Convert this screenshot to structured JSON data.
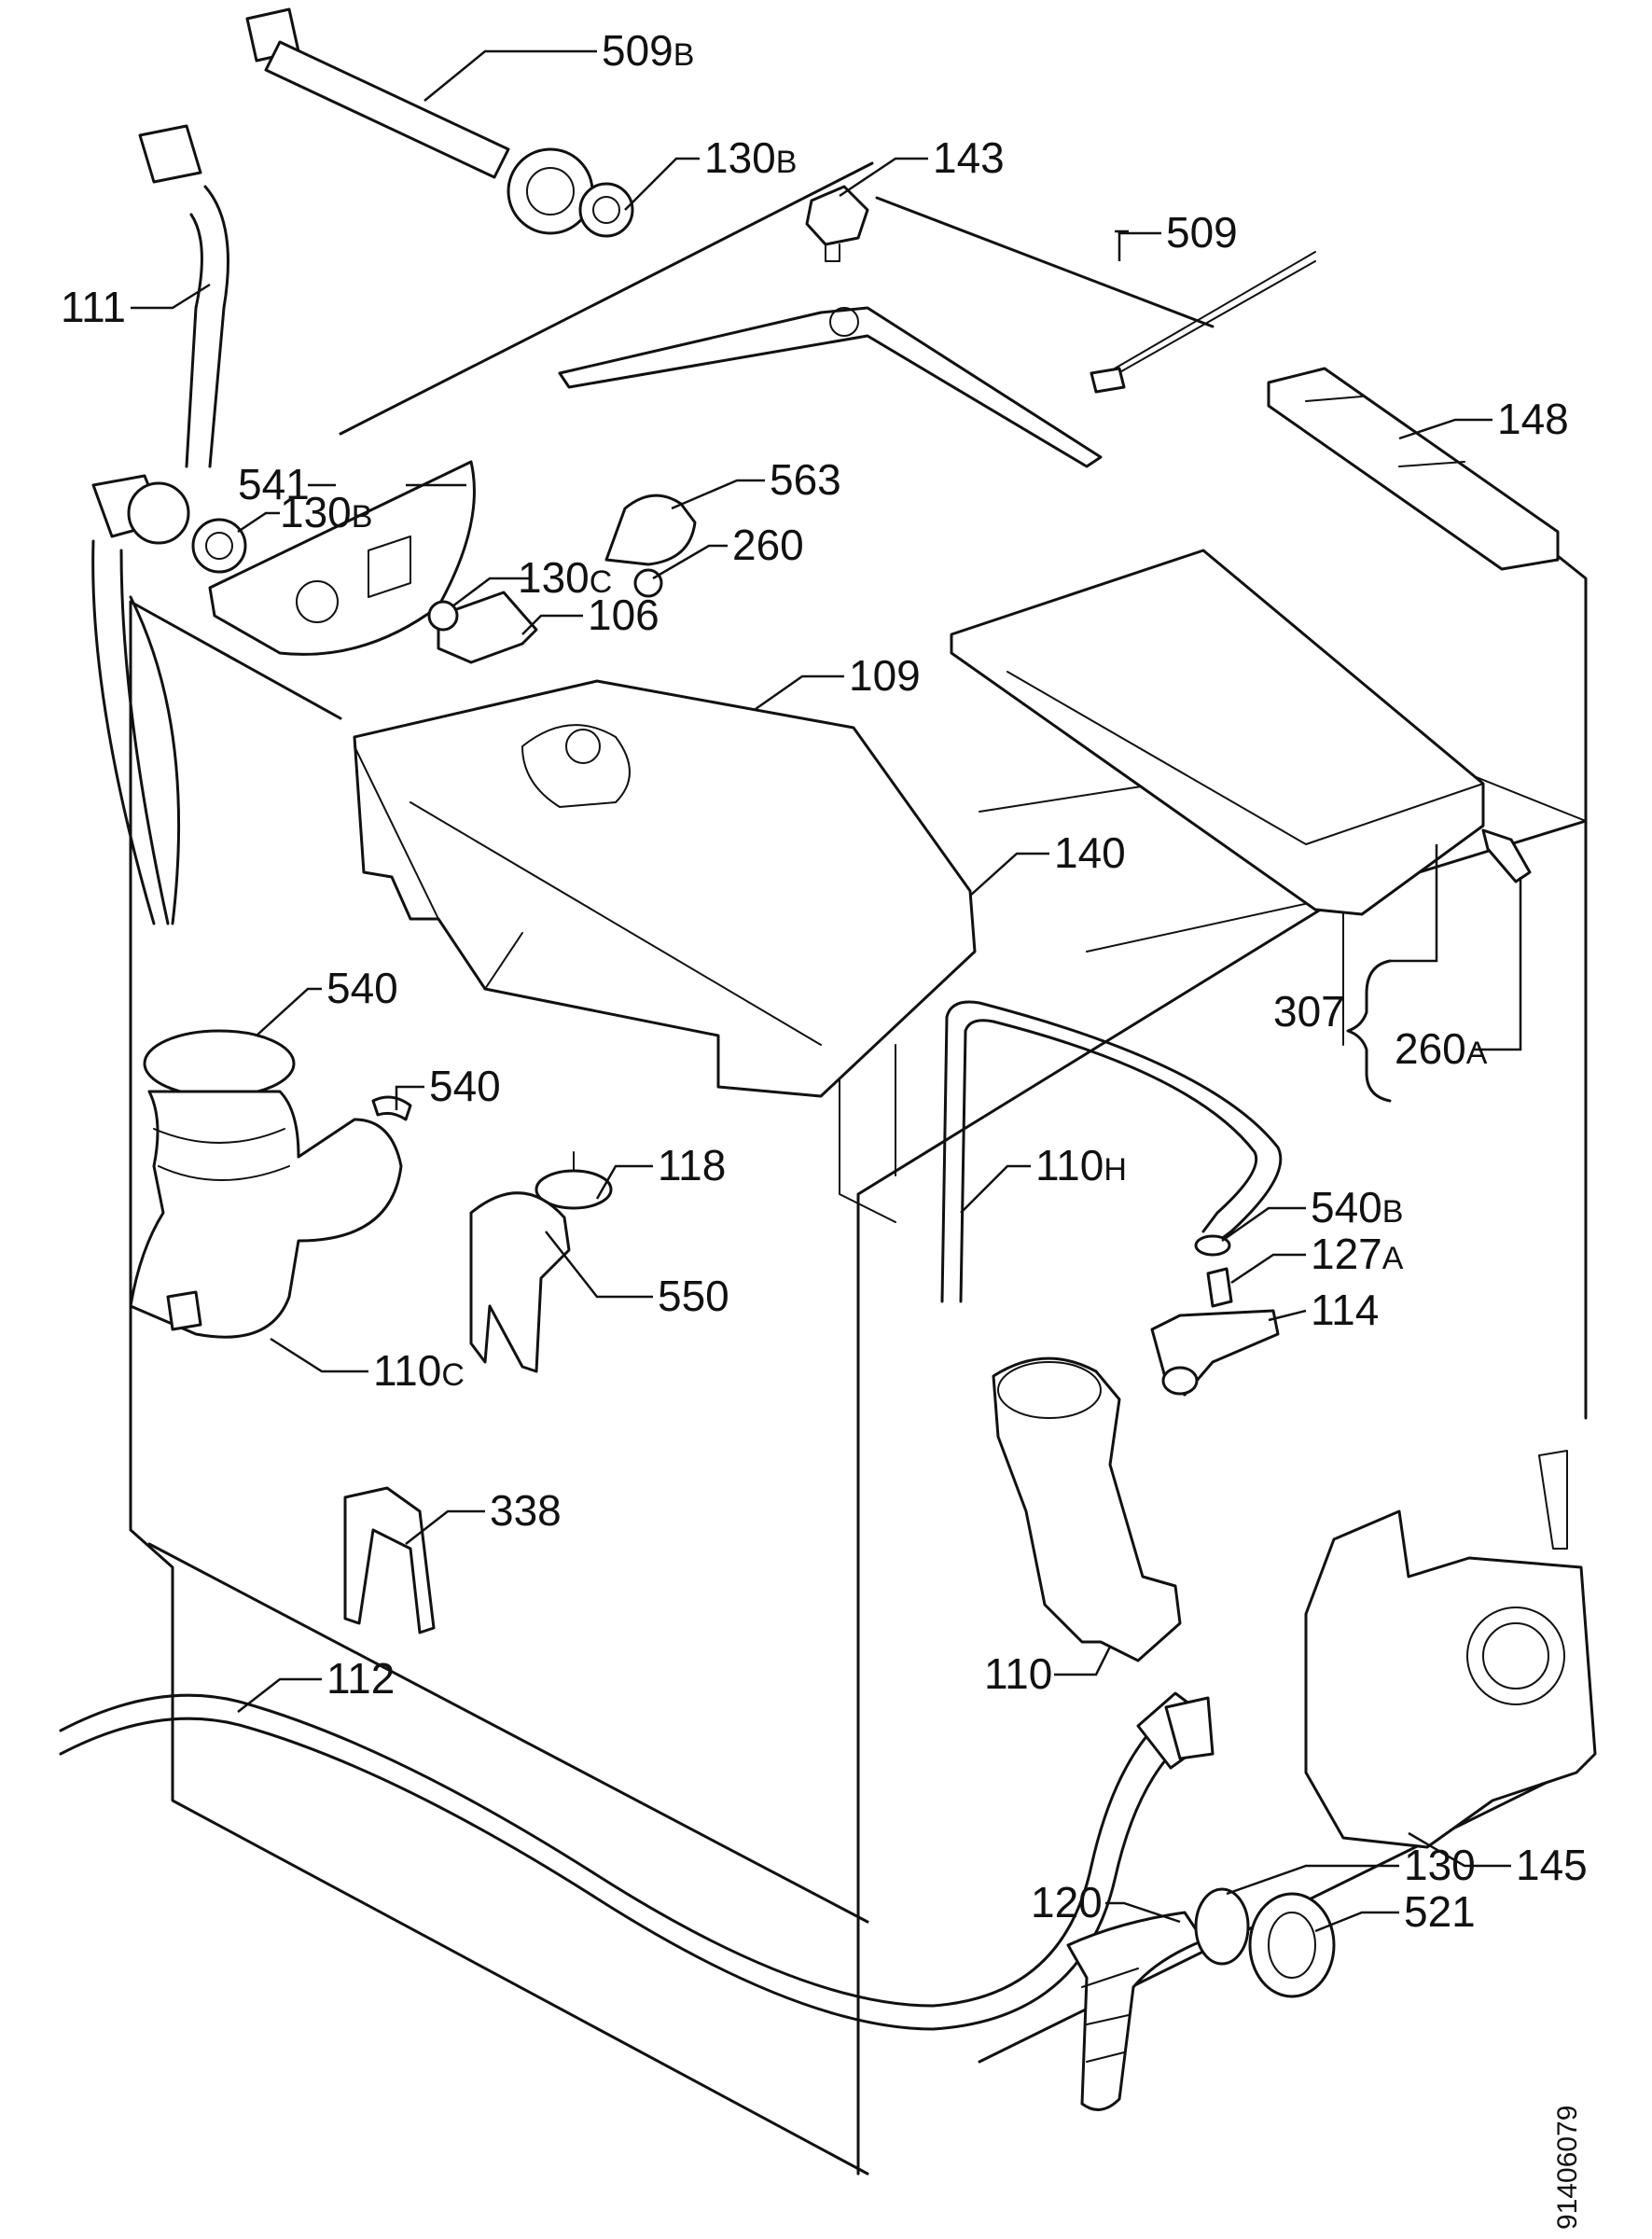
{
  "labels": {
    "l509b": {
      "num": "509",
      "suf": "B"
    },
    "l130b_top": {
      "num": "130",
      "suf": "B"
    },
    "l143": {
      "num": "143",
      "suf": ""
    },
    "l509": {
      "num": "509",
      "suf": ""
    },
    "l111": {
      "num": "111",
      "suf": ""
    },
    "l148": {
      "num": "148",
      "suf": ""
    },
    "l541": {
      "num": "541",
      "suf": ""
    },
    "l130b_mid": {
      "num": "130",
      "suf": "B"
    },
    "l563": {
      "num": "563",
      "suf": ""
    },
    "l260": {
      "num": "260",
      "suf": ""
    },
    "l130c": {
      "num": "130",
      "suf": "C"
    },
    "l106": {
      "num": "106",
      "suf": ""
    },
    "l109": {
      "num": "109",
      "suf": ""
    },
    "l140": {
      "num": "140",
      "suf": ""
    },
    "l540_a": {
      "num": "540",
      "suf": ""
    },
    "l307": {
      "num": "307",
      "suf": ""
    },
    "l260a": {
      "num": "260",
      "suf": "A"
    },
    "l540_b": {
      "num": "540",
      "suf": ""
    },
    "l118": {
      "num": "118",
      "suf": ""
    },
    "l110h": {
      "num": "110",
      "suf": "H"
    },
    "l540b": {
      "num": "540",
      "suf": "B"
    },
    "l127a": {
      "num": "127",
      "suf": "A"
    },
    "l550": {
      "num": "550",
      "suf": ""
    },
    "l114": {
      "num": "114",
      "suf": ""
    },
    "l110c": {
      "num": "110",
      "suf": "C"
    },
    "l338": {
      "num": "338",
      "suf": ""
    },
    "l110": {
      "num": "110",
      "suf": ""
    },
    "l112": {
      "num": "112",
      "suf": ""
    },
    "l145": {
      "num": "145",
      "suf": ""
    },
    "l130": {
      "num": "130",
      "suf": ""
    },
    "l120": {
      "num": "120",
      "suf": ""
    },
    "l521": {
      "num": "521",
      "suf": ""
    }
  },
  "drawing_code": "91406079"
}
